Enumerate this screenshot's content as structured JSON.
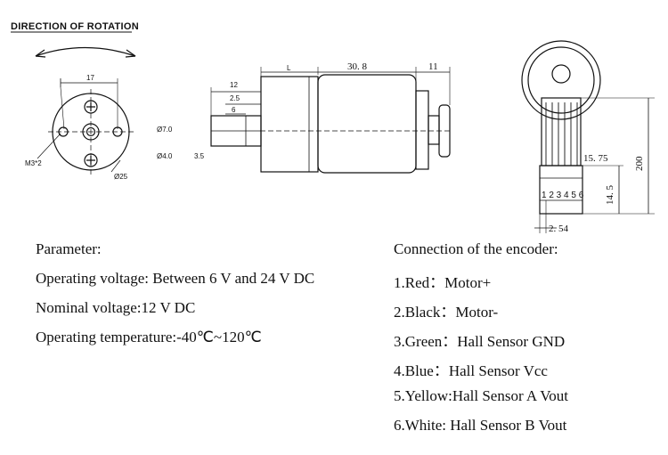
{
  "drawing": {
    "direction_label": "DIRECTION OF ROTATION",
    "front": {
      "dim_17": "17",
      "screw_label": "M3*2",
      "diameter_label": "Ø25"
    },
    "side": {
      "dim_12": "12",
      "dim_2_5": "2.5",
      "dim_6": "6",
      "dim_l": "L",
      "dim_30_8": "30. 8",
      "dim_11": "11",
      "shaft_dia": "Ø7.0",
      "shaft_dia2": "Ø4.0",
      "dim_3_5": "3.5"
    },
    "encoder_view": {
      "dim_15_75": "15. 75",
      "dim_14_5": "14. 5",
      "dim_200": "200",
      "dim_2_54": "2. 54",
      "pins": "1 2 3 4 5 6"
    }
  },
  "parameters": {
    "heading": "Parameter:",
    "operating_voltage": "Operating voltage: Between 6 V and 24 V DC",
    "nominal_voltage": "Nominal voltage:12 V DC",
    "operating_temperature": "Operating temperature:-40℃~120℃"
  },
  "encoder": {
    "heading": "Connection of the encoder:",
    "pins": [
      "1.Red：Motor+",
      "2.Black：Motor-",
      "3.Green：Hall Sensor GND",
      "4.Blue：Hall Sensor Vcc",
      "5.Yellow:Hall Sensor A Vout",
      "6.White: Hall Sensor B Vout"
    ]
  }
}
